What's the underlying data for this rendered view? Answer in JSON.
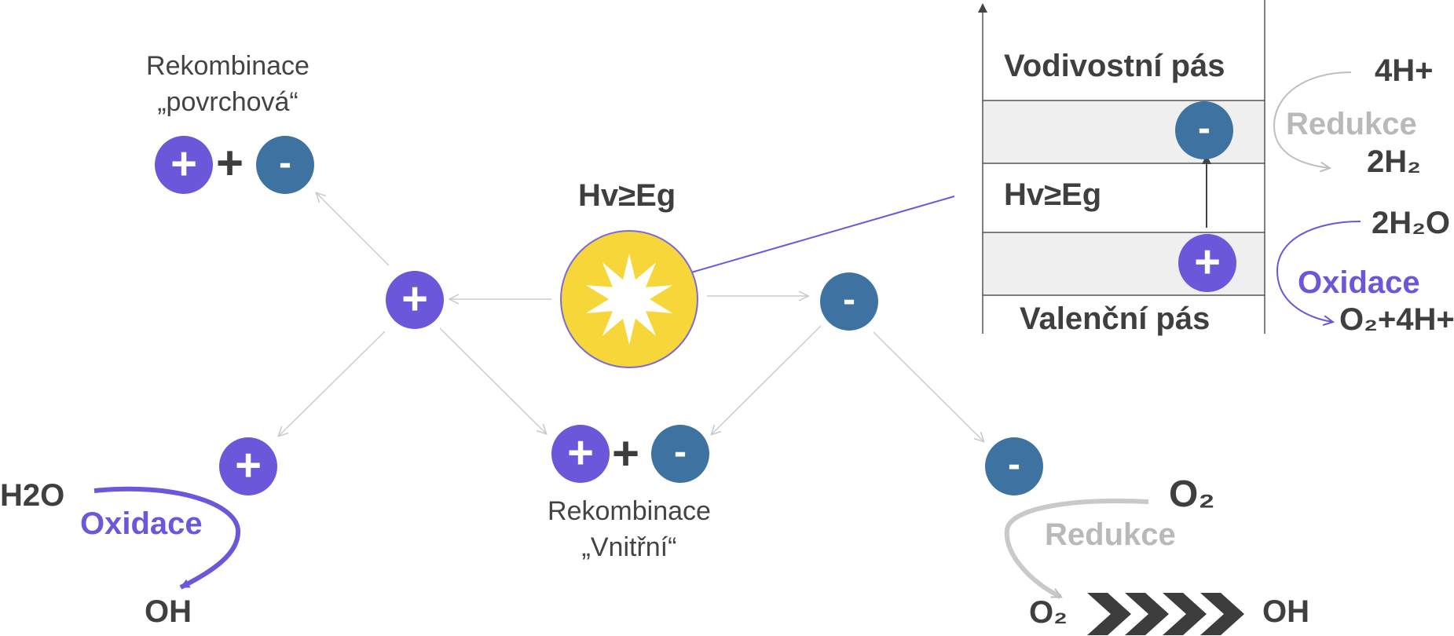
{
  "left": {
    "surface_title": "Rekombinace",
    "surface_subtitle": "„povrchová“",
    "reactant": "H2O",
    "process": "Oxidace",
    "product": "OH"
  },
  "center": {
    "photon_label": "Hv≥Eg",
    "internal_title": "Rekombinace",
    "internal_subtitle": "„Vnitřní“"
  },
  "right": {
    "reactant": "O₂",
    "process": "Redukce",
    "product_start": "O₂",
    "product_end": "OH"
  },
  "band_diagram": {
    "conduction_band": "Vodivostní pás",
    "gap_label": "Hv≥Eg",
    "valence_band": "Valenční pás",
    "reduction": {
      "reactant": "4H+",
      "process": "Redukce",
      "product": "2H₂"
    },
    "oxidation": {
      "reactant": "2H₂O",
      "process": "Oxidace",
      "product": "O₂+4H+"
    }
  },
  "symbols": {
    "hole": "+",
    "electron": "-",
    "plus": "+"
  },
  "colors": {
    "hole": "#6b57d9",
    "electron": "#3e72a0",
    "photon": "#f7d63a",
    "text": "#3d3d3d",
    "reduction": "#b9b9b9",
    "oxidation": "#6b57d9",
    "band": "#efefef"
  }
}
